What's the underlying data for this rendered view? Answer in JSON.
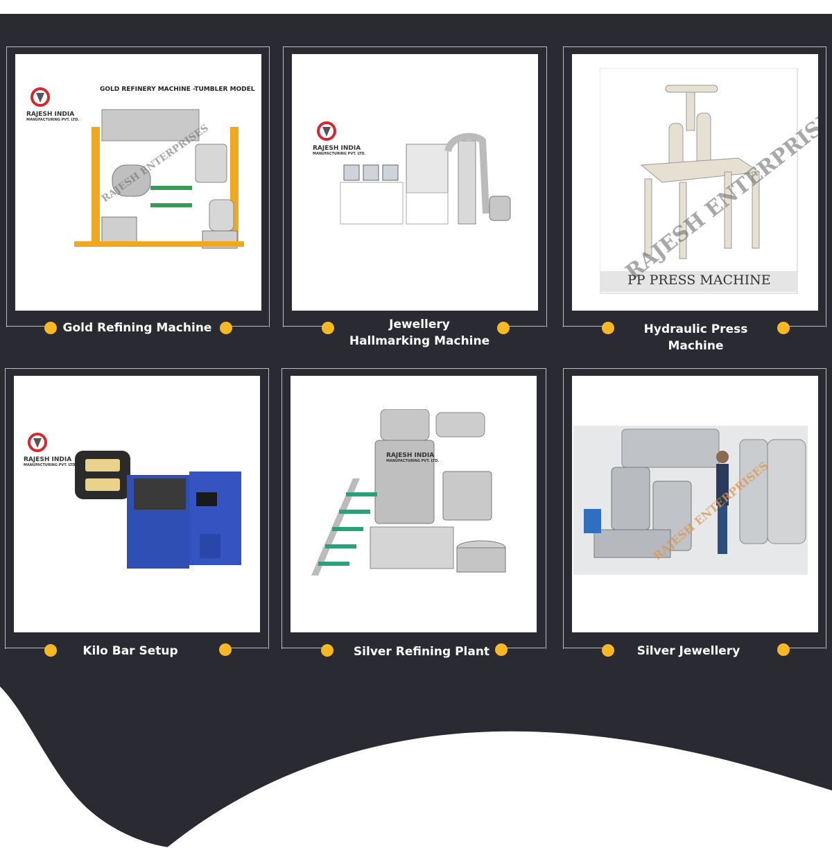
{
  "brand": {
    "company": "RAJESH INDIA",
    "company_sub": "MANUFACTURING PVT. LTD.",
    "watermark": "RAJESH ENTERPRISES",
    "accent": "#f7b823",
    "background": "#2a2a33"
  },
  "products": [
    {
      "caption": "Gold Refining Machine",
      "image_title": "GOLD REFINERY MACHINE -TUMBLER MODEL"
    },
    {
      "caption": "Jewellery\nHallmarking Machine",
      "image_title": "RAJESH ENTERPRISES"
    },
    {
      "caption": "Hydraulic Press Machine",
      "image_title": "PP PRESS MACHINE"
    },
    {
      "caption": "Kilo Bar Setup"
    },
    {
      "caption": "Silver Refining Plant"
    },
    {
      "caption": "Silver Jewellery",
      "image_title": "RAJESH ENTERPRISES"
    }
  ]
}
